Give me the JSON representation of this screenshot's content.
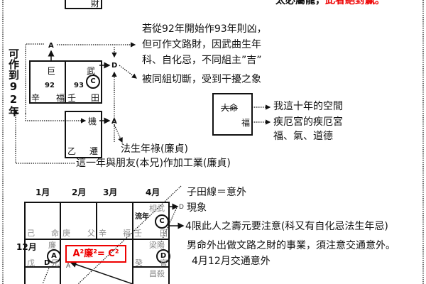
{
  "top": {
    "box_label": "財",
    "note_black": "太必屬龍，",
    "note_red": "此者絕對贏。"
  },
  "upper_chart": {
    "vertical_label": "可作到92年",
    "palace_left": {
      "star": "巨",
      "year": "92",
      "stem": "辛",
      "name": "福"
    },
    "palace_right": {
      "star": "武",
      "year": "93",
      "stem": "壬",
      "name": "田",
      "marker": "C"
    },
    "palace_lower": {
      "star": "機",
      "stem": "乙",
      "name": "遷"
    },
    "markers": {
      "a_top": "A",
      "d": "D",
      "a_lower": "A"
    },
    "notes": [
      "若從92年開始作93年則凶，",
      "但可作文路財，因武曲生年",
      "科、自化忌，不同組主”吉”",
      "被同組切斷，受到干擾之象"
    ],
    "note_birth_lu": "法生年祿(廉貞)",
    "note_friend": "這一年與朋友(本兄)作加工業(廉貞)"
  },
  "legend_box": {
    "label_top": "大命",
    "label_bottom": "福",
    "note_top": "我這十年的空間",
    "note_bottom_1": "疾厄宮的疾厄宮",
    "note_bottom_2": "福、氣、道德"
  },
  "lower_chart": {
    "months": [
      "1月",
      "2月",
      "3月",
      "4月"
    ],
    "month_left": "12月",
    "top_row": [
      {
        "stem": "己",
        "name": "命"
      },
      {
        "stem": "庚",
        "name": "父"
      },
      {
        "stem": "辛",
        "name": "福"
      },
      {
        "stem": "壬",
        "name": "田",
        "stars": "相武",
        "extra": "流年",
        "marker": "C"
      }
    ],
    "left_cell": {
      "star": "廉",
      "stem": "戊",
      "name": "兄",
      "marker": "A",
      "sub": "D"
    },
    "right_cell": {
      "stars": "梁陽",
      "stem": "癸",
      "name": "官",
      "stars_bottom": "昌殺",
      "marker": "D"
    },
    "formula": "A²廉²= C²",
    "marker_a": "A",
    "marker_d": "D",
    "notes": [
      "子田線＝意外",
      "現象",
      "4限此人之壽元要注意(科又有自化忌法生年忌)",
      "男命外出做文路之財的事業，須注意交通意外。",
      "4月12月交通意外"
    ]
  },
  "colors": {
    "accent": "#e00000",
    "line": "#111111",
    "faint": "#888888"
  }
}
